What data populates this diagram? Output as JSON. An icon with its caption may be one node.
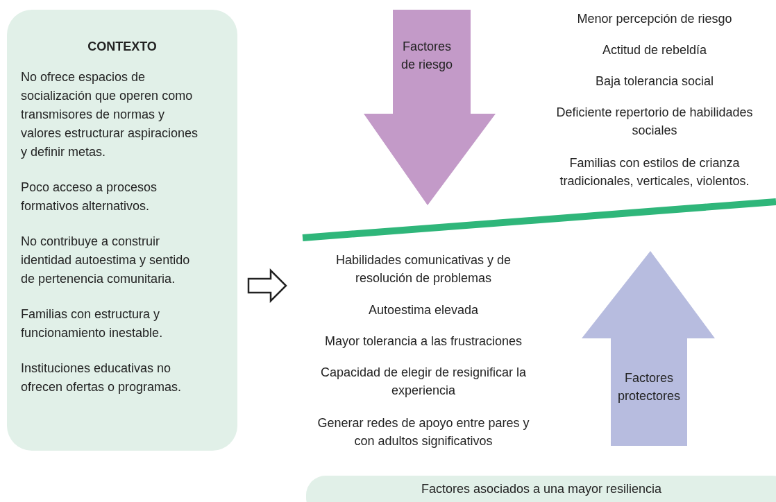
{
  "diagram": {
    "nodes": [
      {
        "text": [
          "CONTEXTO",
          "No ofrece espacios de socialización que operen como transmisores de normas y valores estructurar aspiraciones y definir metas.",
          "Poco acceso a procesos formativos alternativos.",
          "No contribuye a construir identidad autoestima y sentido de pertenencia comunitaria.",
          "Familias con estructura y funcionamiento inestable.",
          "Instituciones educativas no ofrecen ofertas o programas."
        ]
      },
      {
        "text": [
          "Factores de riesgo"
        ]
      },
      {
        "text": [
          "Factores protectores"
        ]
      },
      {
        "text": [
          "Factores asociados a una mayor resiliencia"
        ]
      }
    ],
    "labels": [
      "Menor percepción de riesgo",
      "Actitud de rebeldía",
      "Baja tolerancia social",
      "Deficiente repertorio de habilidades sociales",
      "Familias con estilos de crianza tradicionales, verticales, violentos.",
      "Habilidades comunicativas y de resolución de problemas",
      "Autoestima elevada",
      "Mayor tolerancia a las frustraciones",
      "Capacidad de elegir de resignificar la experiencia",
      "Generar redes de apoyo entre pares y con adultos significativos"
    ]
  }
}
